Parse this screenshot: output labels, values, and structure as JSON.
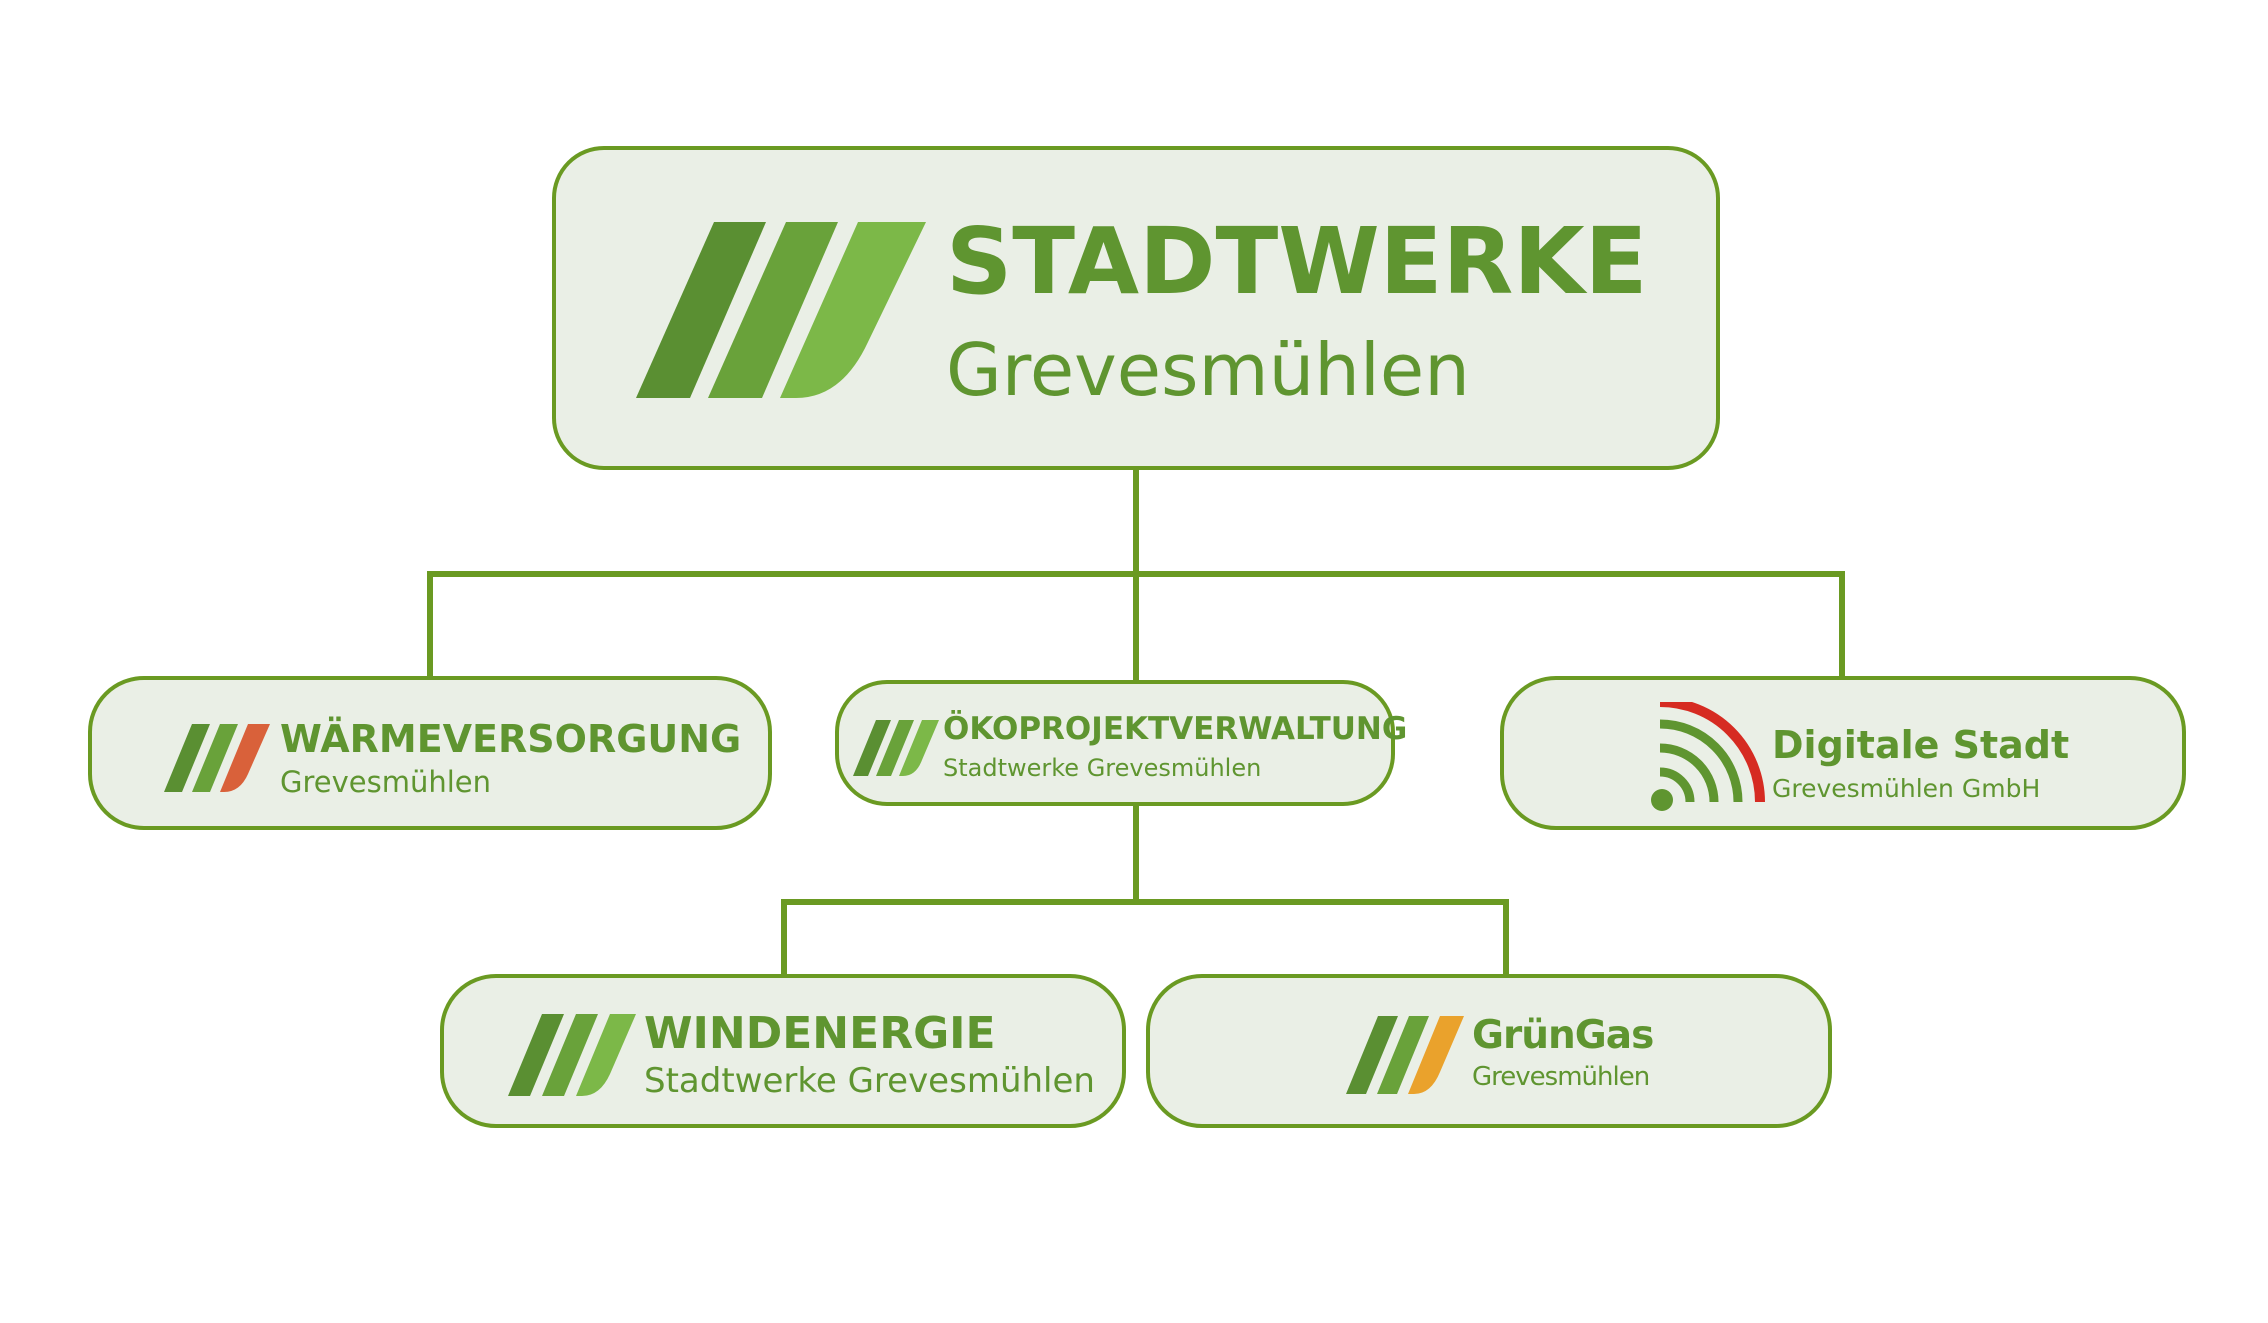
{
  "root": {
    "title": "STADTWERKE",
    "subtitle": "Grevesmühlen",
    "logo_icon": "three-stripes-logo-icon"
  },
  "children": [
    {
      "id": "warme",
      "title": "WÄRMEVERSORGUNG",
      "subtitle": "Grevesmühlen",
      "logo_icon": "three-stripes-red-accent-icon",
      "accent": "#d9613a"
    },
    {
      "id": "oeko",
      "title": "ÖKOPROJEKTVERWALTUNG",
      "subtitle": "Stadtwerke Grevesmühlen",
      "logo_icon": "three-stripes-logo-icon"
    },
    {
      "id": "digital",
      "title": "Digitale Stadt",
      "subtitle": "Grevesmühlen GmbH",
      "logo_icon": "wifi-signal-icon",
      "accent": "#d62b22"
    }
  ],
  "grandchildren": [
    {
      "id": "wind",
      "title": "WINDENERGIE",
      "subtitle": "Stadtwerke Grevesmühlen",
      "logo_icon": "three-stripes-logo-icon"
    },
    {
      "id": "grun",
      "title": "GrünGas",
      "subtitle": "Grevesmühlen",
      "logo_icon": "three-stripes-orange-accent-icon",
      "accent": "#eaa22c"
    }
  ],
  "colors": {
    "brand_green": "#5f9530",
    "line_green": "#6a9a22",
    "box_fill": "#eaefe6"
  }
}
